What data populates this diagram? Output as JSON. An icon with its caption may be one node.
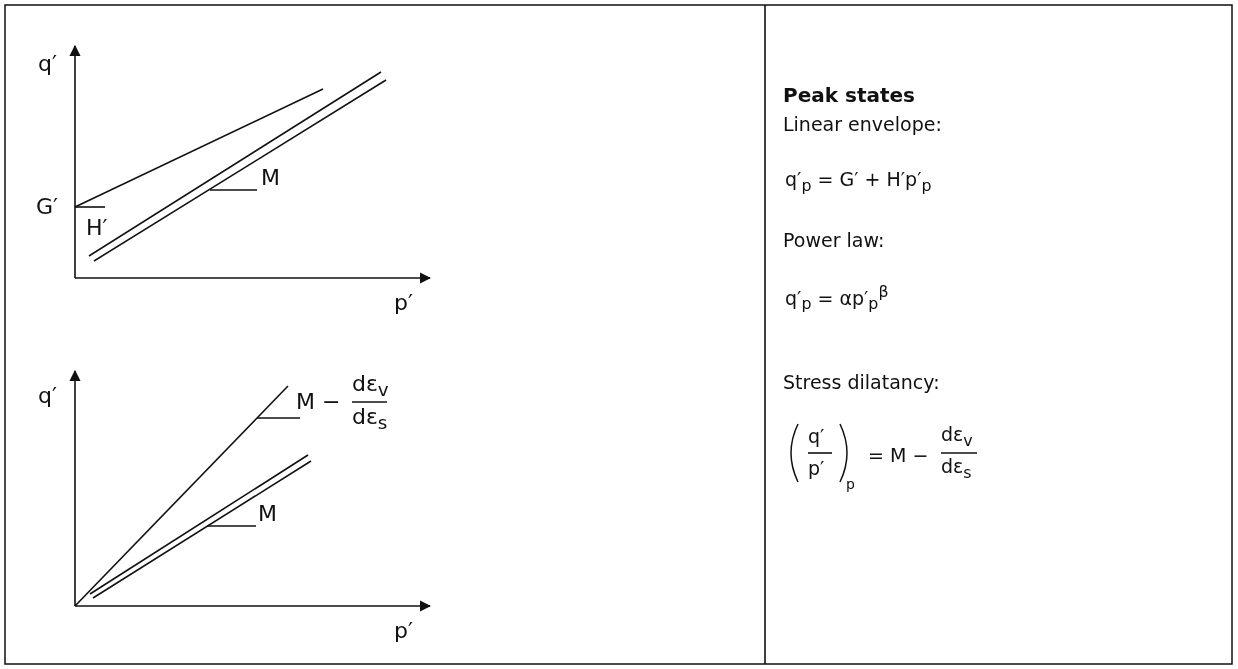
{
  "diagram": {
    "title": "Peak states",
    "labels": [
      "q′",
      "G′",
      "H′",
      "M",
      "p′",
      "q′",
      "M −",
      "dε$_{v}$",
      "dε$_{s}$",
      "M",
      "p′",
      "Linear envelope:",
      "q′$_{p}$ = G′ + H′p′$_{p}$",
      "Power law:",
      "q′$_{p}$ = αp′$_{p}$$^{β}$",
      "Stress dilatancy:",
      "q′",
      "p′",
      "p",
      "= M −",
      "dε$_{v}$",
      "dε$_{s}$"
    ]
  }
}
